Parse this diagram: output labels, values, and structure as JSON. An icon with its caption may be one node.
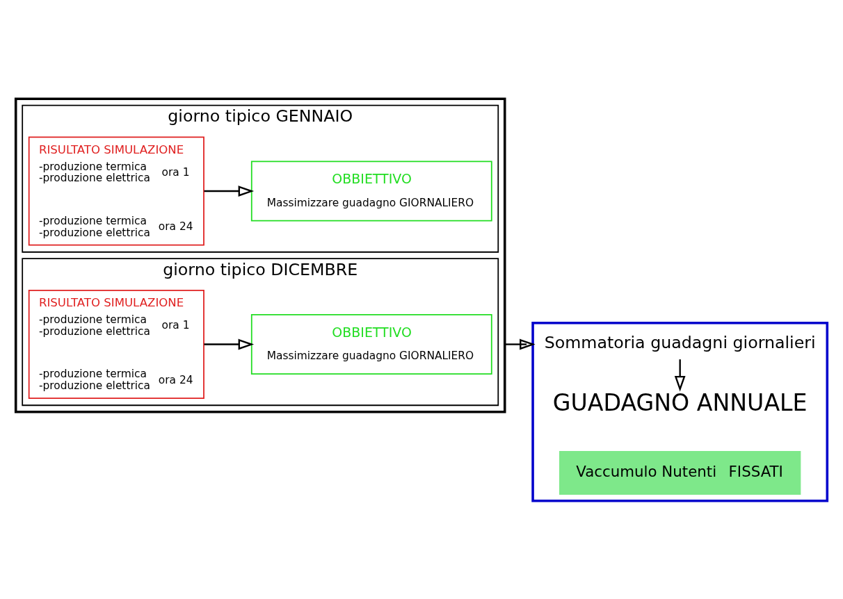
{
  "diagram": {
    "nodes": [
      {
        "text": [],
        "shape": "box"
      },
      {
        "text": [
          "giorno tipico GENNAIO"
        ],
        "in": 0
      },
      {
        "text": [
          "RISULTATO SIMULAZIONE",
          "-produzione termica -produzione elettrica",
          "ora 1",
          "-produzione termica -produzione elettrica",
          "ora 24"
        ],
        "in": 1
      },
      {
        "text": [
          "OBBIETTIVO",
          "Massimizzare guadagno GIORNALIERO"
        ],
        "in": 1
      },
      {
        "text": [
          "giorno tipico DICEMBRE"
        ],
        "in": 0
      },
      {
        "text": [
          "RISULTATO SIMULAZIONE",
          "-produzione termica -produzione elettrica",
          "ora 1",
          "-produzione termica -produzione elettrica",
          "ora 24"
        ],
        "in": 4
      },
      {
        "text": [
          "OBBIETTIVO",
          "Massimizzare guadagno GIORNALIERO"
        ],
        "in": 4
      },
      {
        "text": [],
        "shape": "box"
      },
      {
        "text": [
          "Sommatoria guadagni giornalieri"
        ],
        "in": 7
      },
      {
        "text": [
          "GUADAGNO ANNUALE"
        ],
        "in": 7
      },
      {
        "text": [
          "Vaccumulo Nutenti",
          "FISSATI"
        ],
        "in": 7
      }
    ],
    "edges": [
      {
        "from": 2,
        "to": 3,
        "arrow": "to"
      },
      {
        "from": 5,
        "to": 6,
        "arrow": "to"
      },
      {
        "from": 0,
        "to": 7,
        "arrow": "to"
      },
      {
        "from": 8,
        "to": 9,
        "arrow": "to"
      }
    ]
  }
}
